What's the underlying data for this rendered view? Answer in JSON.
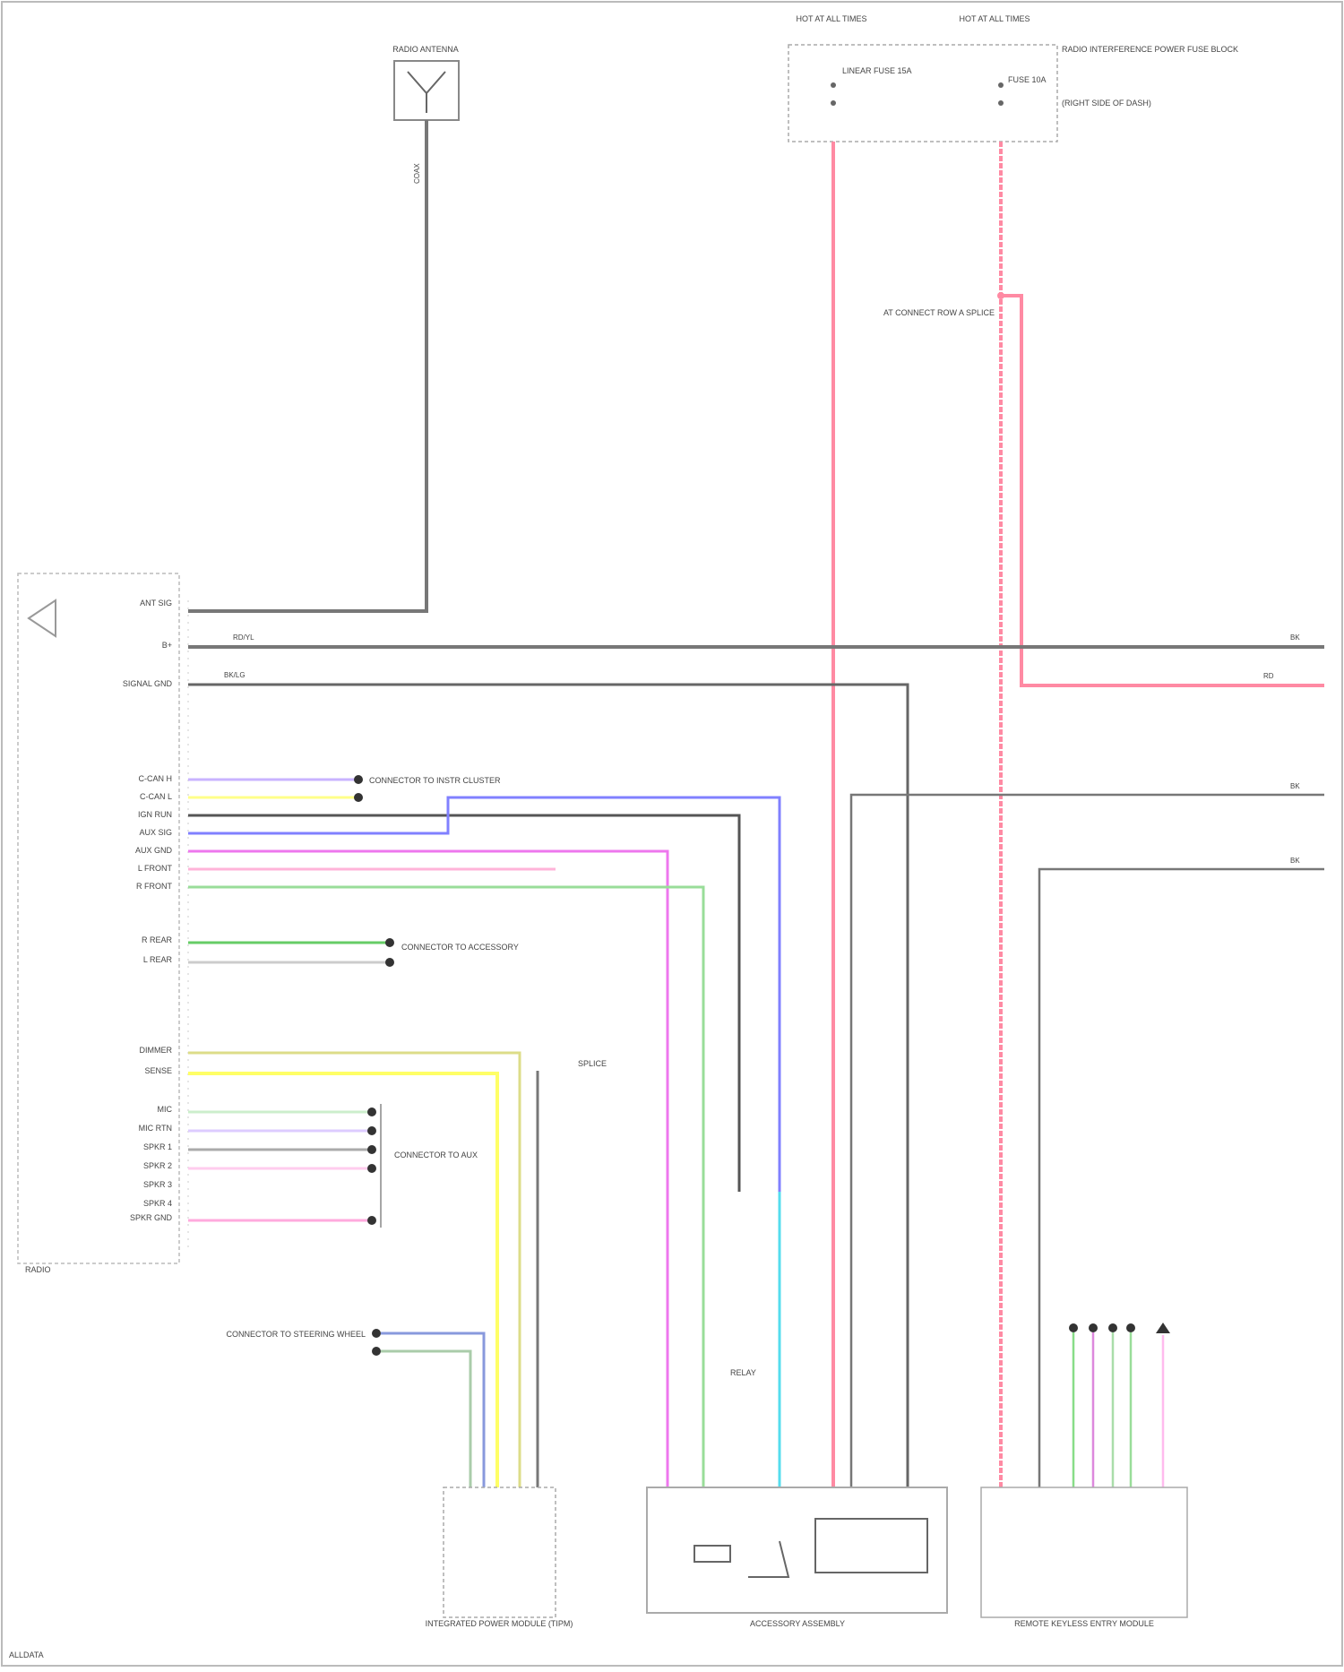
{
  "components": {
    "radio_antenna": "RADIO ANTENNA",
    "fuse_block_left_header": "HOT AT ALL TIMES",
    "fuse_block_right_header": "HOT AT ALL TIMES",
    "fuse_block_name": "RADIO INTERFERENCE POWER FUSE BLOCK",
    "fuse_block_location": "(RIGHT SIDE OF DASH)",
    "fuse_left": "LINEAR FUSE 15A",
    "fuse_right": "FUSE 10A",
    "splice_label": "AT CONNECT ROW A SPLICE",
    "radio_label": "RADIO",
    "connector_ll": "CONNECTOR TO INSTR CLUSTER",
    "connector_lr": "CONNECTOR TO ACCESSORY",
    "connector_aux": "CONNECTOR TO AUX",
    "connector_stw": "CONNECTOR TO STEERING WHEEL",
    "bottom_left_module": "INTEGRATED POWER MODULE (TIPM)",
    "bottom_mid_module": "ACCESSORY ASSEMBLY",
    "bottom_right_module": "REMOTE KEYLESS ENTRY MODULE",
    "relay_label": "RELAY",
    "splice_lower": "SPLICE",
    "splice_upper": "SPLICE",
    "page_ref": "ALLDATA"
  },
  "radio_pins": [
    "ANT SIG",
    "B+",
    "SIGNAL GND",
    "C-CAN H",
    "C-CAN L",
    "IGN RUN",
    "AUX SIG",
    "AUX GND",
    "L FRONT",
    "R FRONT",
    "R REAR",
    "L REAR",
    "DIMMER",
    "SENSE",
    "MIC",
    "MIC RTN",
    "SPKR 1",
    "SPKR 2",
    "SPKR 3",
    "SPKR 4",
    "SPKR GND"
  ],
  "wire_codes": {
    "ant": "COAX",
    "bplus": "RD/YL",
    "gnd": "BK/LG",
    "right_bus_1": "BK",
    "right_bus_2": "RD",
    "right_bus_3": "BK",
    "right_bus_4": "BK"
  }
}
